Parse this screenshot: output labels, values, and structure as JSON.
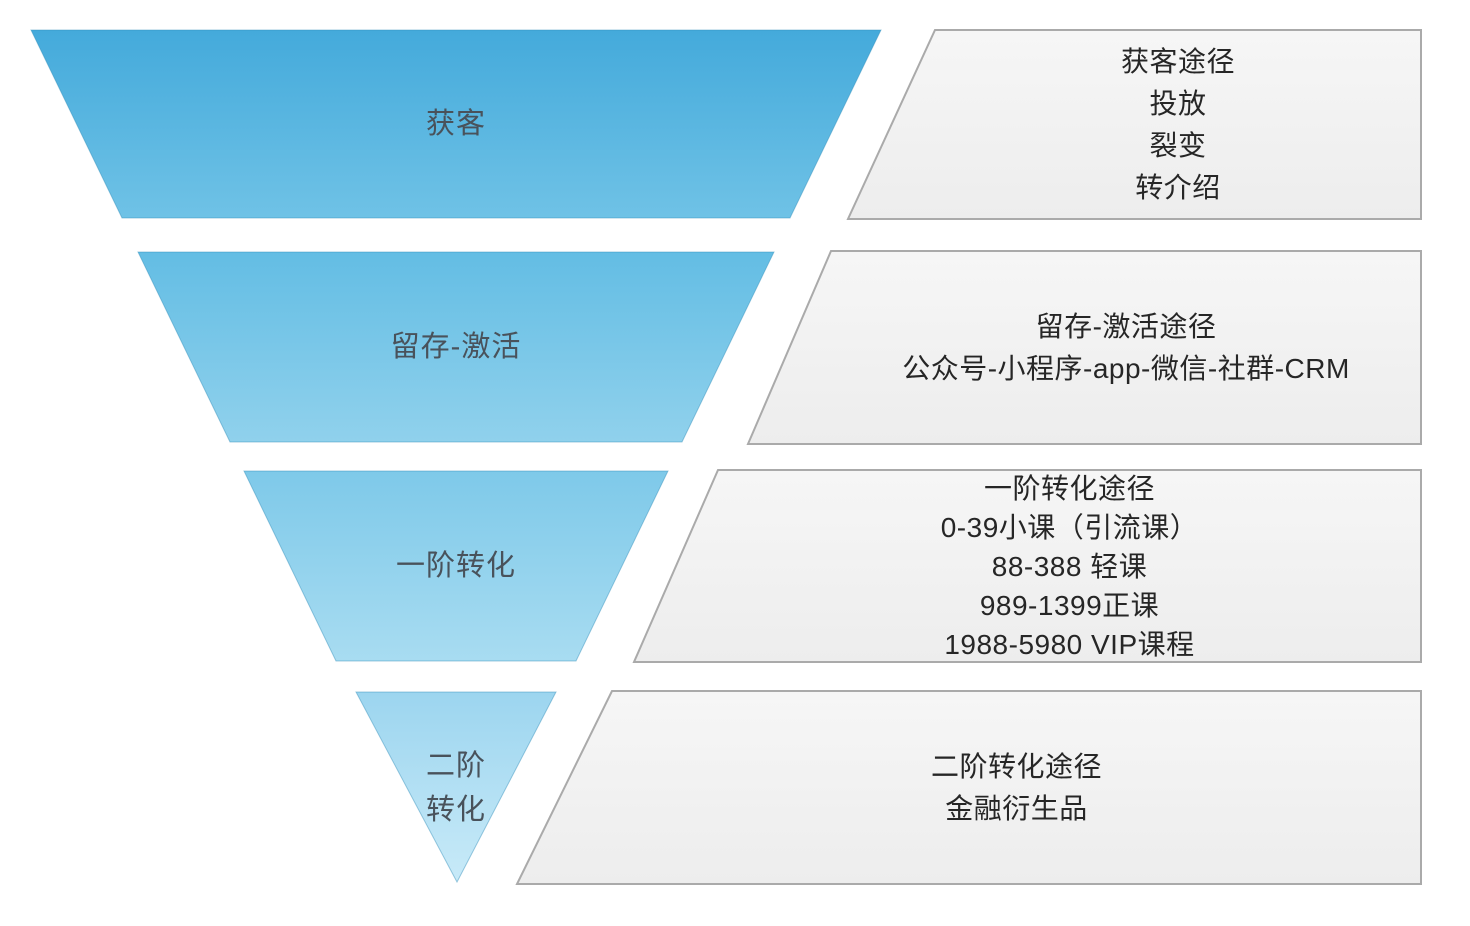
{
  "funnel": {
    "type": "funnel-diagram",
    "levels": [
      {
        "label": "获客",
        "label_lines": [
          "获客"
        ]
      },
      {
        "label": "留存-激活",
        "label_lines": [
          "留存-激活"
        ]
      },
      {
        "label": "一阶转化",
        "label_lines": [
          "一阶转化"
        ]
      },
      {
        "label": "二阶转化",
        "label_lines": [
          "二阶",
          "转化"
        ]
      }
    ],
    "boxes": [
      {
        "lines": [
          "获客途径",
          "投放",
          "裂变",
          "转介绍"
        ]
      },
      {
        "lines": [
          "留存-激活途径",
          "公众号-小程序-app-微信-社群-CRM"
        ]
      },
      {
        "lines": [
          "一阶转化途径",
          "0-39小课（引流课）",
          "88-388 轻课",
          "989-1399正课",
          "1988-5980 VIP课程"
        ]
      },
      {
        "lines": [
          "二阶转化途径",
          "金融衍生品"
        ]
      }
    ],
    "colors": {
      "level1_top": "#44aadb",
      "level1_bottom": "#6fc2e6",
      "level2_top": "#63bde4",
      "level2_bottom": "#90d1ec",
      "level3_top": "#7ec9e9",
      "level3_bottom": "#a8dcf1",
      "level4_top": "#9cd5ef",
      "level4_bottom": "#c8eaf8",
      "box_fill_top": "#f6f6f6",
      "box_fill_bottom": "#ededed",
      "box_border": "#aaaaaa",
      "funnel_text": "#49525b",
      "box_text": "#262626"
    }
  }
}
